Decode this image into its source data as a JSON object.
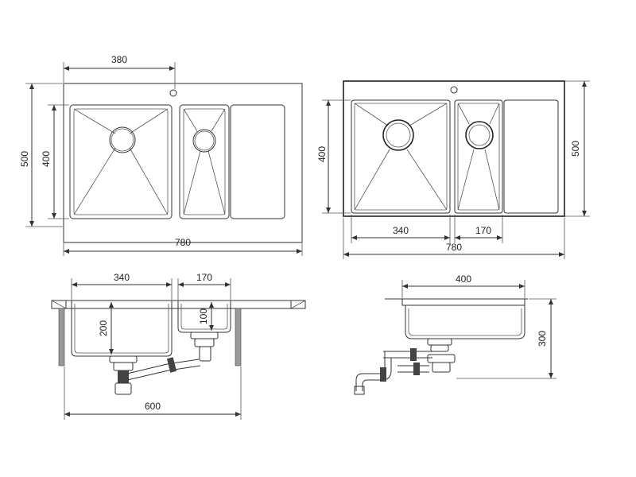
{
  "top_left_view": {
    "dim_top": "380",
    "dim_left_outer": "500",
    "dim_left_inner": "400",
    "dim_bottom": "780"
  },
  "top_right_view": {
    "dim_right": "500",
    "dim_left": "400",
    "dim_bowl1": "340",
    "dim_bowl2": "170",
    "dim_bottom": "780"
  },
  "section_left": {
    "dim_bowl1": "340",
    "dim_bowl2": "170",
    "dim_depth1": "200",
    "dim_depth2": "100",
    "dim_bottom": "600"
  },
  "section_right": {
    "dim_top": "400",
    "dim_height": "300"
  }
}
